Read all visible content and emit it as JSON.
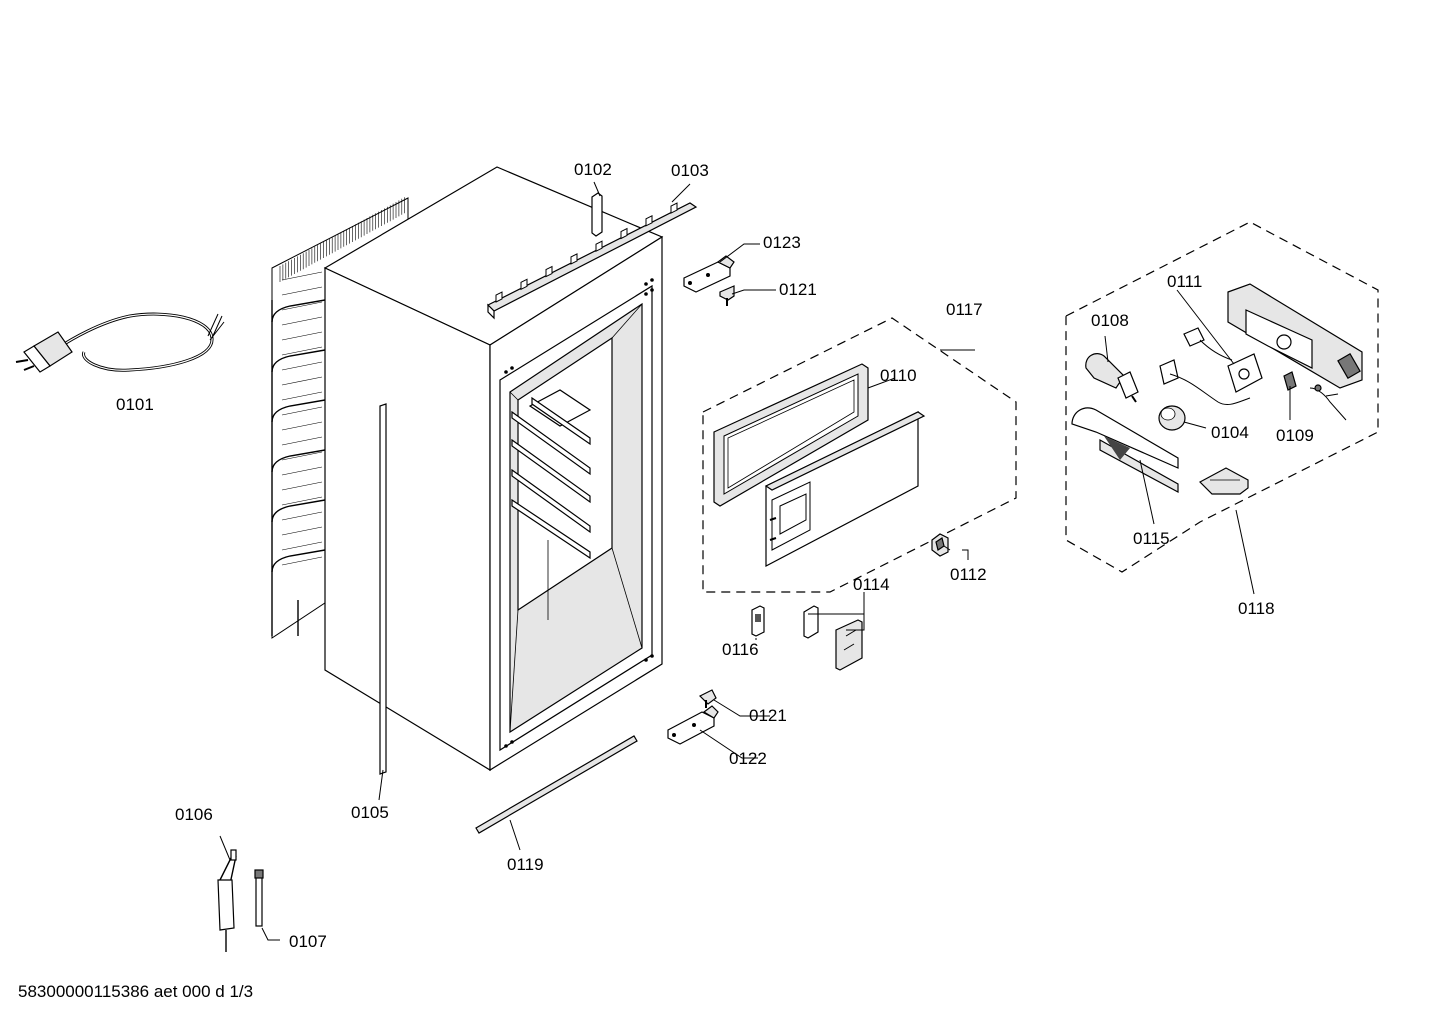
{
  "diagram": {
    "parts": {
      "p0101": "0101",
      "p0102": "0102",
      "p0103": "0103",
      "p0104": "0104",
      "p0105": "0105",
      "p0106": "0106",
      "p0107": "0107",
      "p0108": "0108",
      "p0109": "0109",
      "p0110": "0110",
      "p0111": "0111",
      "p0112": "0112",
      "p0114": "0114",
      "p0115": "0115",
      "p0116": "0116",
      "p0117": "0117",
      "p0118": "0118",
      "p0119": "0119",
      "p0121a": "0121",
      "p0121b": "0121",
      "p0122": "0122",
      "p0123": "0123"
    },
    "footer": "58300000115386 aet 000 d 1/3"
  }
}
